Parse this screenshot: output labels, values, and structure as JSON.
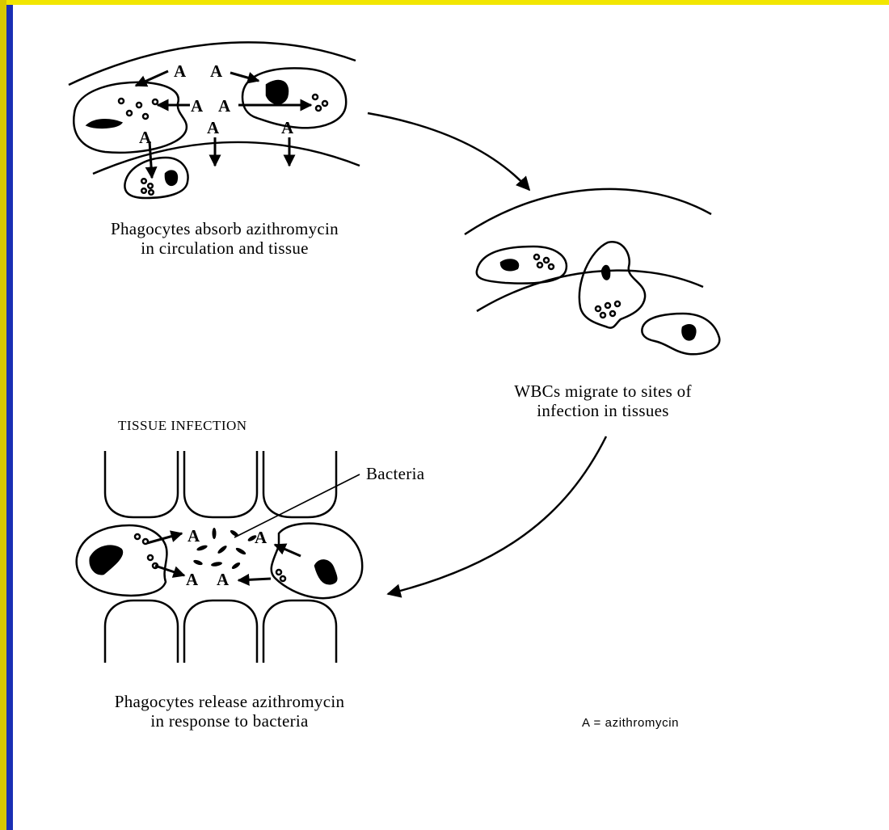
{
  "panels": {
    "top": {
      "caption_line1": "Phagocytes absorb azithromycin",
      "caption_line2": "in circulation and tissue"
    },
    "right": {
      "caption_line1": "WBCs migrate to sites of",
      "caption_line2": "infection in tissues"
    },
    "bottom": {
      "title": "TISSUE INFECTION",
      "bacteria_label": "Bacteria",
      "caption_line1": "Phagocytes release azithromycin",
      "caption_line2": "in response to bacteria"
    }
  },
  "marker": "A",
  "legend": "A = azithromycin",
  "colors": {
    "border_blue": "#0b1a8c",
    "border_yellow": "#f2e600",
    "ink": "#000000",
    "background": "#ffffff"
  }
}
